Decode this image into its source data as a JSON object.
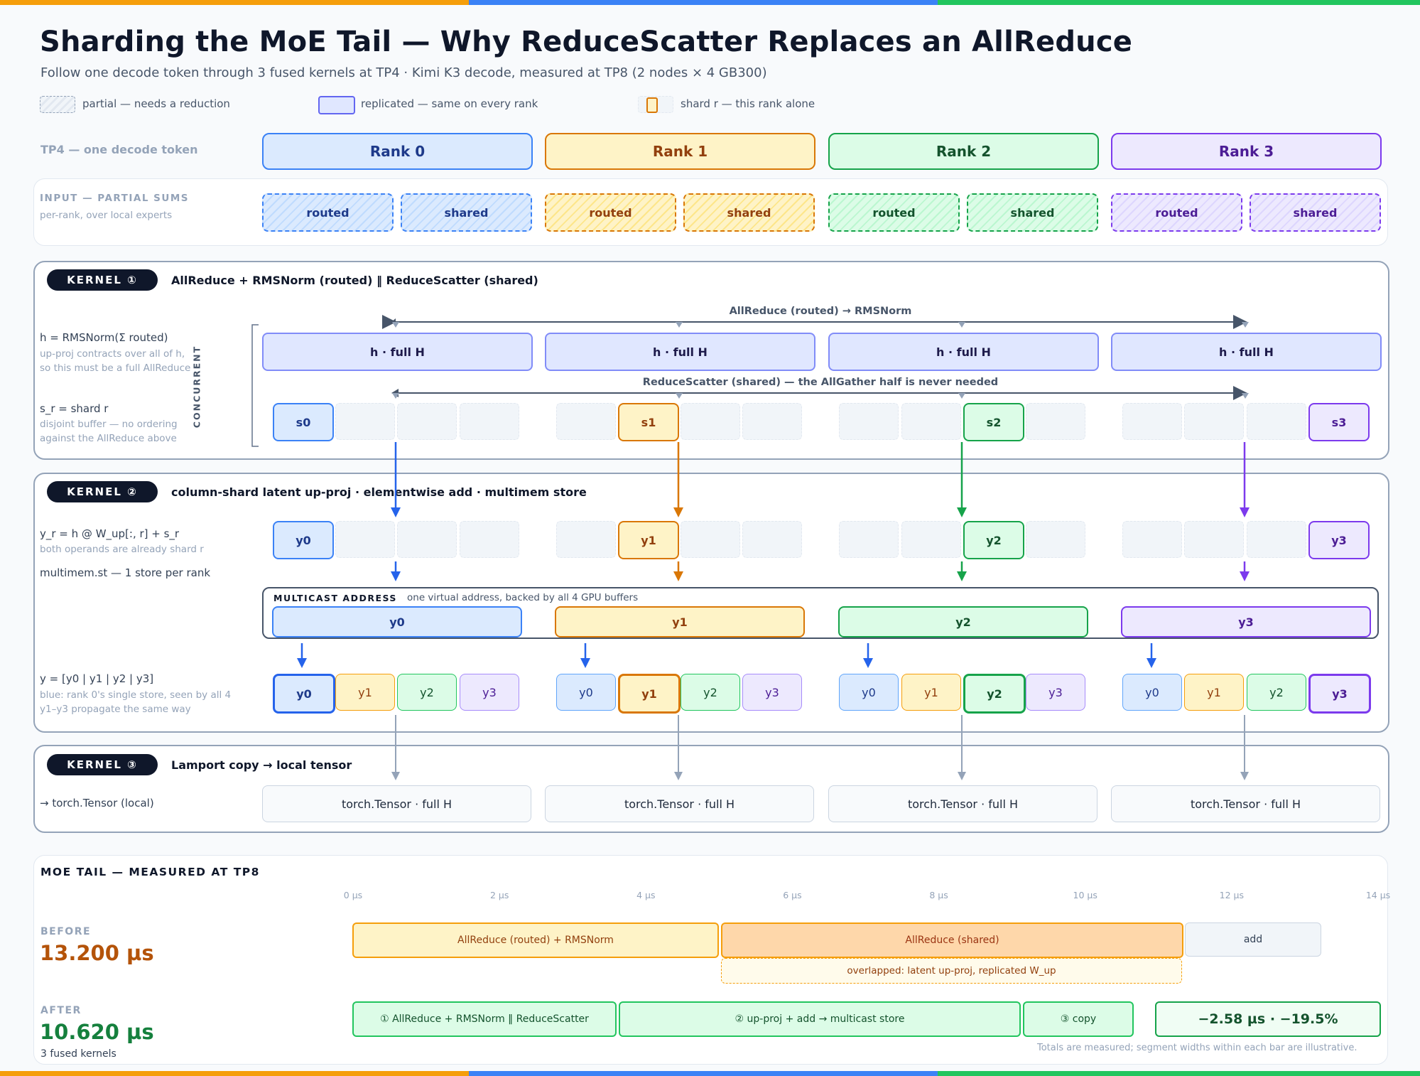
{
  "title": "Sharding the MoE Tail — Why ReduceScatter Replaces an AllReduce",
  "subtitle": "Follow one decode token through 3 fused kernels at TP4 · Kimi K3 decode, measured at TP8 (2 nodes × 4 GB300)",
  "legend": {
    "partial": "partial — needs a reduction",
    "replicated": "replicated — same on every rank",
    "shard": "shard r — this rank alone"
  },
  "colors": {
    "blue": "#2563eb",
    "orange": "#d97706",
    "green": "#16a34a",
    "purple": "#7c3aed",
    "navy": "#0f172a",
    "gray": "#94a3b8"
  },
  "tp4_label": "TP4 — one decode token",
  "ranks": [
    "Rank 0",
    "Rank 1",
    "Rank 2",
    "Rank 3"
  ],
  "input": {
    "label": "INPUT — PARTIAL SUMS",
    "sub": "per-rank, over local experts",
    "routed": "routed",
    "shared": "shared"
  },
  "kernel1": {
    "badge": "KERNEL ①",
    "title": "AllReduce + RMSNorm (routed) ‖ ReduceScatter (shared)",
    "h_note": "h = RMSNorm(Σ routed)",
    "h_sub1": "up-proj contracts over all of h,",
    "h_sub2": "so this must be a full AllReduce",
    "s_note": "s_r = shard r",
    "s_sub1": "disjoint buffer — no ordering",
    "s_sub2": "against the AllReduce above",
    "concurrent": "CONCURRENT",
    "allreduce_label": "AllReduce (routed) → RMSNorm",
    "reducescatter_label": "ReduceScatter (shared) — the AllGather half is never needed",
    "h_box": "h · full H",
    "shards": [
      "s0",
      "s1",
      "s2",
      "s3"
    ]
  },
  "kernel2": {
    "badge": "KERNEL ②",
    "title": "column-shard latent up-proj · elementwise add · multimem store",
    "y_note": "y_r = h @ W_up[:, r] + s_r",
    "y_sub": "both operands are already shard r",
    "mm_note": "multimem.st — 1 store per rank",
    "multicast_title": "MULTICAST ADDRESS",
    "multicast_sub": "one virtual address, backed by all 4 GPU buffers",
    "gather_note": "y = [y0 | y1 | y2 | y3]",
    "gather_sub1": "blue: rank 0's single store, seen by all 4",
    "gather_sub2": "y1–y3 propagate the same way",
    "ys": [
      "y0",
      "y1",
      "y2",
      "y3"
    ]
  },
  "kernel3": {
    "badge": "KERNEL ③",
    "title": "Lamport copy → local tensor",
    "note": "→ torch.Tensor (local)",
    "box": "torch.Tensor · full H"
  },
  "timeline": {
    "title": "MOE TAIL — MEASURED AT TP8",
    "ticks": [
      "0 µs",
      "2 µs",
      "4 µs",
      "6 µs",
      "8 µs",
      "10 µs",
      "12 µs",
      "14 µs"
    ],
    "before_label": "BEFORE",
    "before_value": "13.200 µs",
    "after_label": "AFTER",
    "after_value": "10.620 µs",
    "after_sub": "3 fused kernels",
    "before_segments": [
      "AllReduce (routed) + RMSNorm",
      "AllReduce (shared)",
      "add"
    ],
    "overlap_label": "overlapped: latent up-proj, replicated W_up",
    "after_segments": [
      "① AllReduce + RMSNorm ‖ ReduceScatter",
      "② up-proj + add → multicast store",
      "③ copy"
    ],
    "delta": "−2.58 µs · −19.5%",
    "footnote": "Totals are measured; segment widths within each bar are illustrative."
  }
}
